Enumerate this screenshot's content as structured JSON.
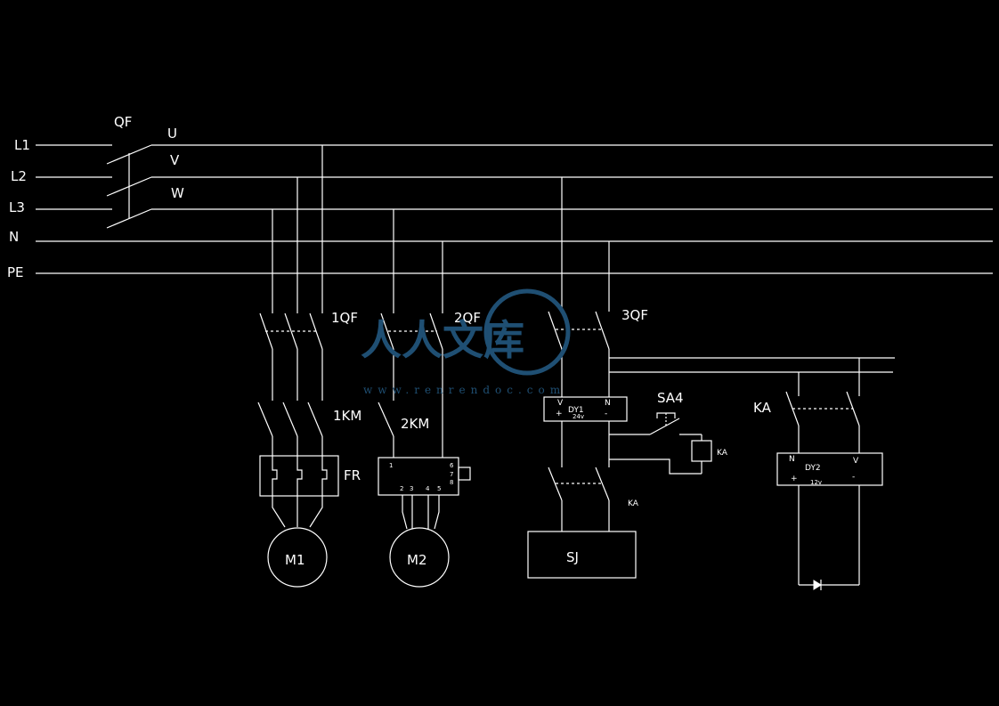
{
  "labels": {
    "main_breaker": "QF",
    "l1": "L1",
    "l2": "L2",
    "l3": "L3",
    "n": "N",
    "pe": "PE",
    "u": "U",
    "v": "V",
    "w": "W",
    "breaker_1": "1QF",
    "breaker_2": "2QF",
    "breaker_3": "3QF",
    "contactor_1": "1KM",
    "contactor_2": "2KM",
    "overload_relay": "FR",
    "motor_1": "M1",
    "motor_2": "M2",
    "switch_sa4": "SA4",
    "relay_coil": "KA",
    "relay_contact_left": "KA",
    "relay_contact_right": "KA",
    "timer": "SJ",
    "psu1": {
      "name": "DY1",
      "v_term": "V",
      "n_term": "N",
      "plus": "+",
      "minus": "-",
      "rating": "24v"
    },
    "psu2": {
      "name": "DY2",
      "n_term": "N",
      "v_term": "V",
      "plus": "+",
      "minus": "-",
      "rating": "12v"
    },
    "km2_terminals": {
      "t1": "1",
      "t2": "2",
      "t3": "3",
      "t4": "4",
      "t5": "5",
      "t6": "6",
      "t7": "7",
      "t8": "8"
    }
  },
  "watermark": {
    "text_cn": "人人文库",
    "url": "www.renrendoc.com"
  },
  "colors": {
    "background": "#000000",
    "lines": "#ffffff",
    "watermark": "#1f4f73"
  }
}
